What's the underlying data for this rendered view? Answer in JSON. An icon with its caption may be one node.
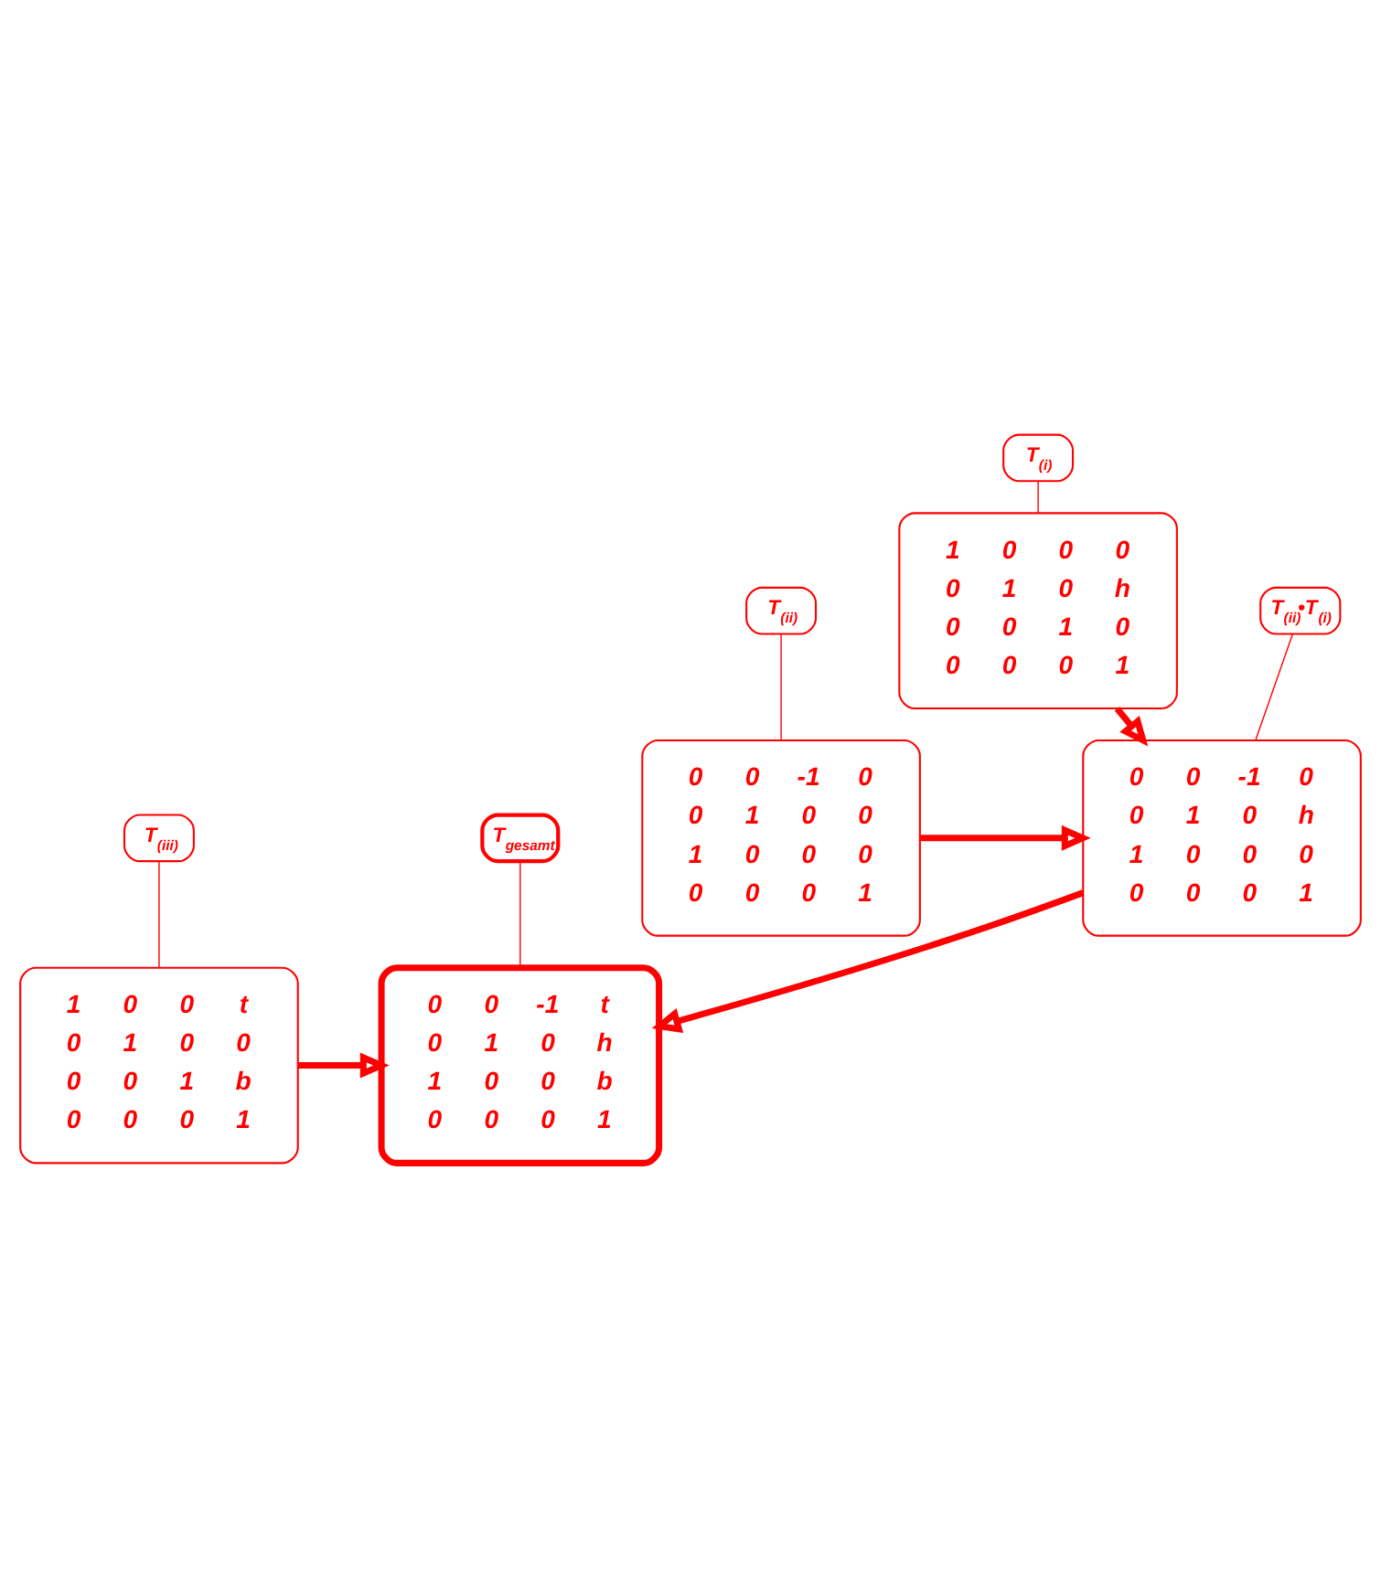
{
  "diagram": {
    "nodes": [
      {
        "text": [
          "T$_{(i)}$"
        ]
      },
      {
        "text": [
          "1 0 0 0",
          "0 1 0 h",
          "0 0 1 0",
          "0 0 0 1"
        ]
      },
      {
        "text": [
          "T$_{(ii)}$"
        ]
      },
      {
        "text": [
          "0 0 -1 0",
          "0 1 0 0",
          "1 0 0 0",
          "0 0 0 1"
        ]
      },
      {
        "text": [
          "T$_{(ii)}$•T$_{(i)}$"
        ]
      },
      {
        "text": [
          "0 0 -1 0",
          "0 1 0 h",
          "1 0 0 0",
          "0 0 0 1"
        ]
      },
      {
        "text": [
          "1 0 0 t",
          "0 1 0 0",
          "0 0 1 b",
          "0 0 0 1"
        ]
      },
      {
        "text": [
          "0 0 -1 t",
          "0 1 0 h",
          "1 0 0 b",
          "0 0 0 1"
        ]
      },
      {
        "text": [
          "T$_{(iii)}$"
        ]
      },
      {
        "text": [
          "T$_{gesamt}$"
        ]
      }
    ],
    "edges": [
      {
        "from": 0,
        "to": 1,
        "arrow": "none"
      },
      {
        "from": 2,
        "to": 3,
        "arrow": "none"
      },
      {
        "from": 4,
        "to": 5,
        "arrow": "none"
      },
      {
        "from": 1,
        "to": 5,
        "arrow": "to",
        "style": "thick"
      },
      {
        "from": 3,
        "to": 5,
        "arrow": "to",
        "style": "thick"
      },
      {
        "from": 5,
        "to": 7,
        "arrow": "to",
        "style": "thick"
      },
      {
        "from": 6,
        "to": 7,
        "arrow": "to",
        "style": "thick"
      },
      {
        "from": 8,
        "to": 6,
        "arrow": "none"
      },
      {
        "from": 9,
        "to": 7,
        "arrow": "none"
      }
    ]
  }
}
